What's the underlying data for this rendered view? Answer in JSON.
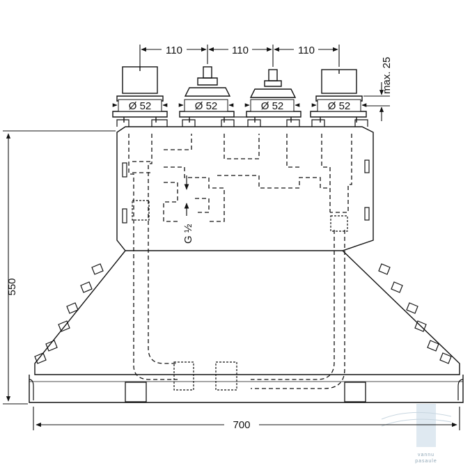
{
  "dimensions": {
    "spacing_1": "110",
    "spacing_2": "110",
    "spacing_3": "110",
    "max_height": "max. 25",
    "diameter_1": "Ø 52",
    "diameter_2": "Ø 52",
    "diameter_3": "Ø 52",
    "diameter_4": "Ø 52",
    "total_height": "550",
    "total_width": "700",
    "thread": "G ½"
  },
  "watermark": {
    "line1": "vannu",
    "line2": "pasaule"
  },
  "colors": {
    "line": "#111111",
    "watermark": "#8fa6b6"
  }
}
